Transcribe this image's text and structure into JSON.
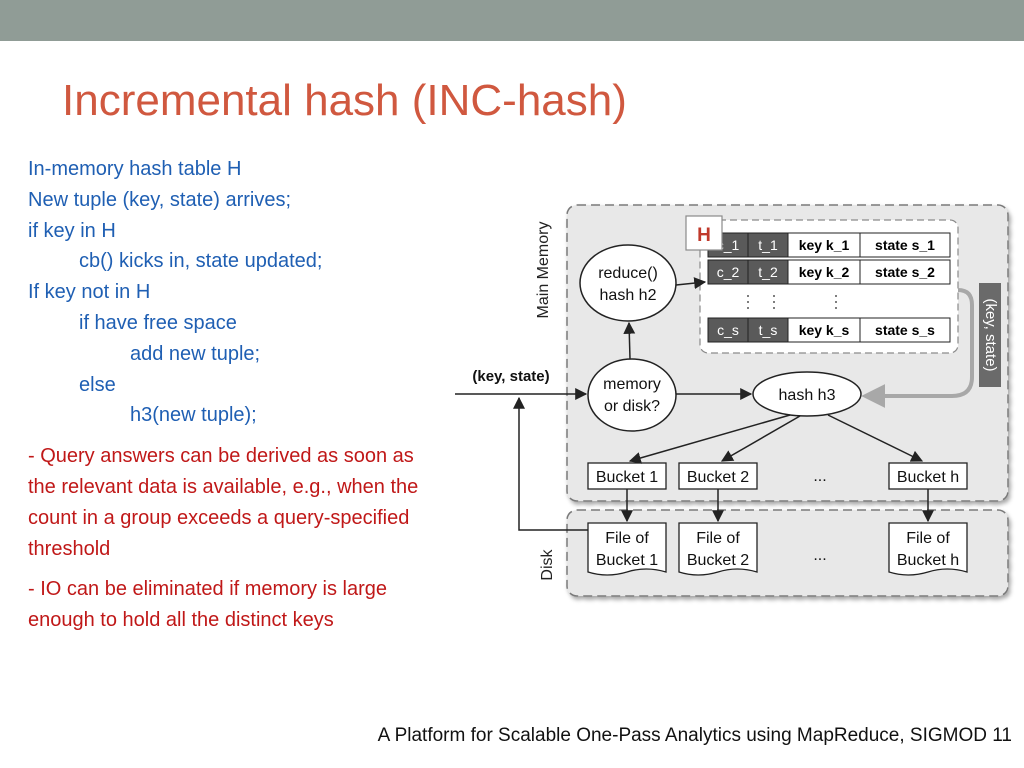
{
  "slide": {
    "title": "Incremental hash (INC-hash)",
    "body_lines": [
      "In-memory hash table H",
      "New tuple (key, state) arrives;",
      "if key in H",
      "cb() kicks in, state updated;",
      "If key not in H",
      "if have free space",
      "add new tuple;",
      "else",
      "h3(new tuple);"
    ],
    "point_1": "- Query answers can be derived as soon as the relevant data is available, e.g., when the count in a group exceeds a query-specified threshold",
    "point_2": "- IO can be eliminated if memory is large enough to hold all the distinct keys",
    "footer": "A Platform for Scalable One-Pass Analytics using MapReduce, SIGMOD 11"
  },
  "diagram": {
    "main_memory_label": "Main Memory",
    "disk_label": "Disk",
    "hash_table_label": "H",
    "input_label": "(key, state)",
    "feedback_label": "(key, state)",
    "reduce_node": [
      "reduce()",
      "hash h2"
    ],
    "decision_node": [
      "memory",
      "or disk?"
    ],
    "hash_h3_node": "hash h3",
    "table_rows": [
      [
        "c_1",
        "t_1",
        "key k_1",
        "state s_1"
      ],
      [
        "c_2",
        "t_2",
        "key k_2",
        "state s_2"
      ],
      [
        "c_s",
        "t_s",
        "key k_s",
        "state s_s"
      ]
    ],
    "buckets": [
      "Bucket 1",
      "Bucket 2",
      "...",
      "Bucket h"
    ],
    "files": [
      [
        "File of",
        "Bucket 1"
      ],
      [
        "File of",
        "Bucket 2"
      ],
      "...",
      [
        "File of",
        "Bucket h"
      ]
    ]
  },
  "colors": {
    "topbar": "#909c96",
    "title": "#d0583f",
    "body_text": "#1f5fb3",
    "points_text": "#c01818"
  }
}
